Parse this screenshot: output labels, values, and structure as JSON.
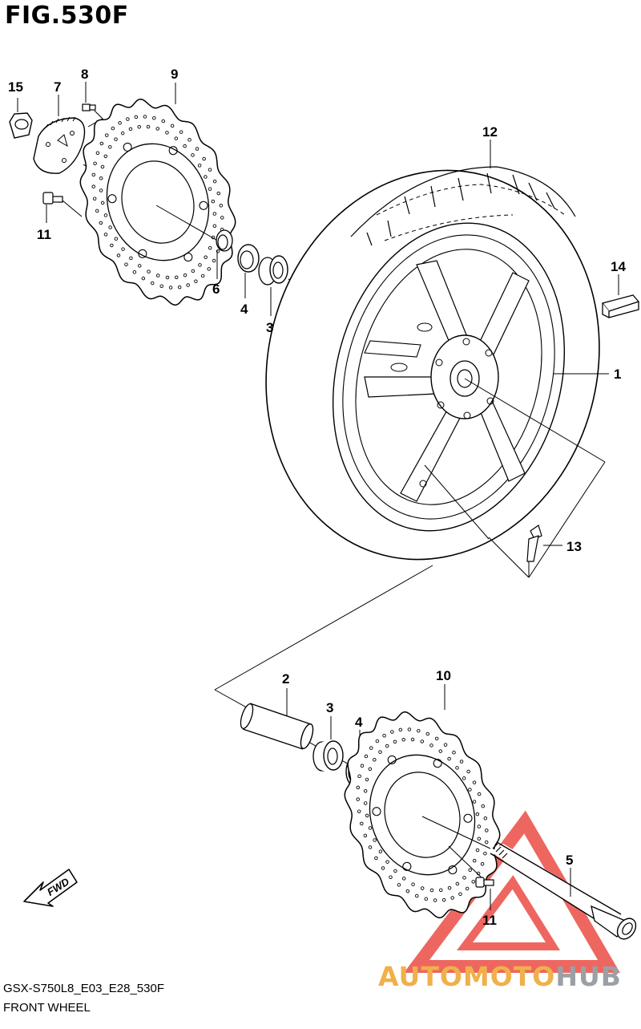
{
  "figure": {
    "title": "FIG.530F",
    "model_code": "GSX-S750L8_E03_E28_530F",
    "name": "FRONT WHEEL"
  },
  "fwd_badge": "FWD",
  "watermark": {
    "brand_part1": "AUTOMOTO",
    "brand_part2": "HUB",
    "colors": {
      "triangle": "#e8352b",
      "brand_part1": "#f0b04a",
      "brand_part2": "#9aa0a6"
    }
  },
  "callouts": [
    {
      "id": "c1",
      "text": "1"
    },
    {
      "id": "c2",
      "text": "2"
    },
    {
      "id": "c3a",
      "text": "3"
    },
    {
      "id": "c3b",
      "text": "3"
    },
    {
      "id": "c4a",
      "text": "4"
    },
    {
      "id": "c4b",
      "text": "4"
    },
    {
      "id": "c5",
      "text": "5"
    },
    {
      "id": "c6",
      "text": "6"
    },
    {
      "id": "c7",
      "text": "7"
    },
    {
      "id": "c8",
      "text": "8"
    },
    {
      "id": "c9",
      "text": "9"
    },
    {
      "id": "c10",
      "text": "10"
    },
    {
      "id": "c11a",
      "text": "11"
    },
    {
      "id": "c11b",
      "text": "11"
    },
    {
      "id": "c12",
      "text": "12"
    },
    {
      "id": "c13",
      "text": "13"
    },
    {
      "id": "c14",
      "text": "14"
    },
    {
      "id": "c15",
      "text": "15"
    }
  ]
}
